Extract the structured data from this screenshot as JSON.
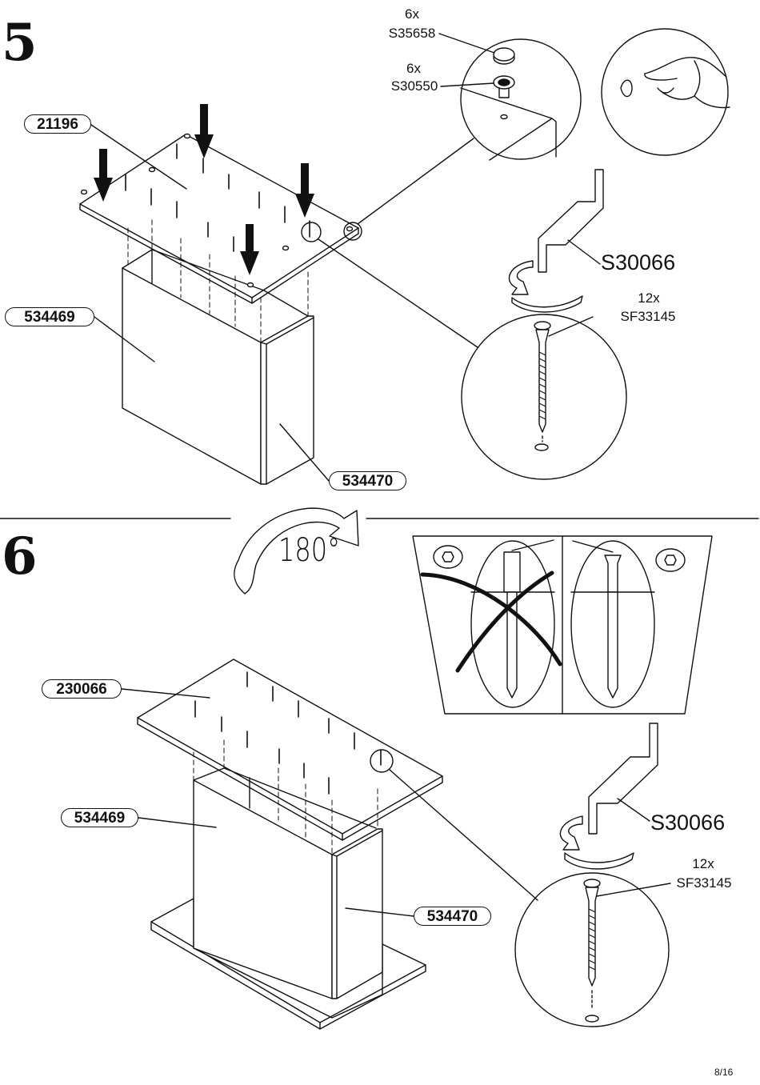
{
  "page_number": "8/16",
  "step5": {
    "number": "5",
    "parts": {
      "top_panel": "21196",
      "side_left": "534469",
      "side_right": "534470"
    },
    "callouts": {
      "cap_qty": "6x",
      "cap_code": "S35658",
      "dowel_qty": "6x",
      "dowel_code": "S30550",
      "tool_code": "S30066",
      "screw_qty": "12x",
      "screw_code": "SF33145"
    }
  },
  "step6": {
    "number": "6",
    "rotation": "180°",
    "parts": {
      "top_panel": "230066",
      "side_left": "534469",
      "side_right": "534470"
    },
    "callouts": {
      "tool_code": "S30066",
      "screw_qty": "12x",
      "screw_code": "SF33145"
    }
  }
}
